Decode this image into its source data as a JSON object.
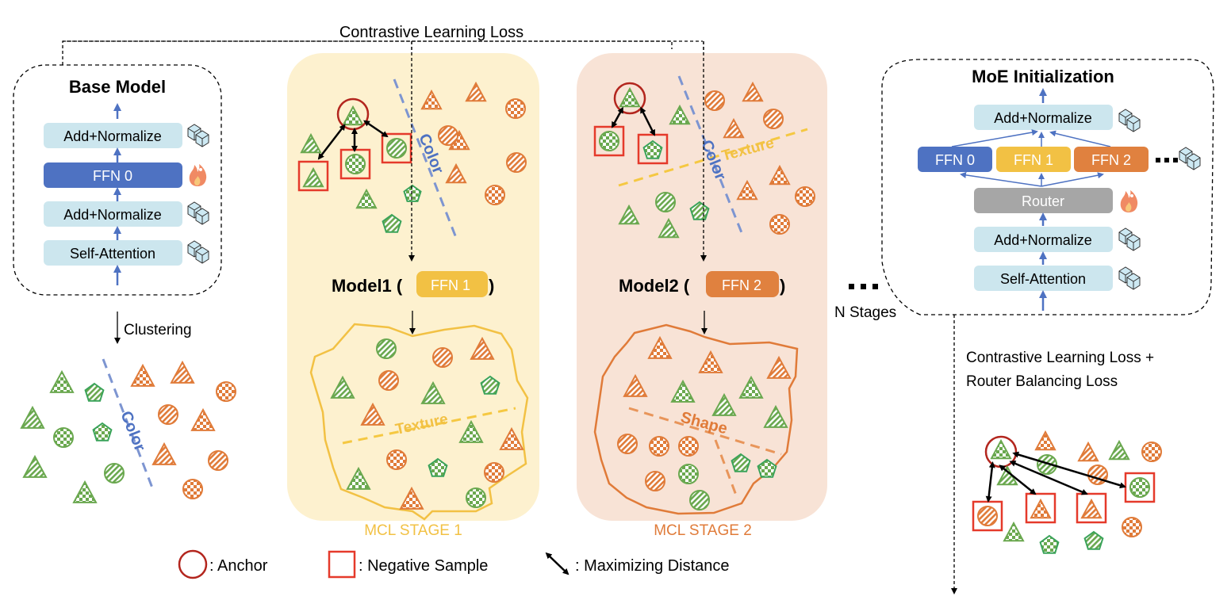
{
  "top_label": "Contrastive Learning Loss",
  "base_model": {
    "title": "Base Model",
    "layers": [
      "Add+Normalize",
      "FFN 0",
      "Add+Normalize",
      "Self-Attention"
    ],
    "layer_icons": [
      "frozen-cubes-icon",
      "fire-icon",
      "frozen-cubes-icon",
      "frozen-cubes-icon"
    ]
  },
  "clustering": {
    "label": "Clustering",
    "divider_label": "Color"
  },
  "stage1": {
    "divider_label": "Color",
    "model_label": "Model1 (",
    "model_close": ")",
    "ffn_label": "FFN 1",
    "cluster_divider_label": "Texture",
    "stage_label": "MCL STAGE 1"
  },
  "stage2": {
    "divider_color_label": "Color",
    "divider_texture_label": "Texture",
    "model_label": "Model2 (",
    "model_close": ")",
    "ffn_label": "FFN 2",
    "cluster_divider_label": "Shape",
    "stage_label": "MCL STAGE 2"
  },
  "n_stages": {
    "dots": "...",
    "label": "N Stages"
  },
  "moe": {
    "title": "MoE Initialization",
    "top_layer": "Add+Normalize",
    "experts": [
      "FFN 0",
      "FFN 1",
      "FFN 2"
    ],
    "router": "Router",
    "bottom_layers": [
      "Add+Normalize",
      "Self-Attention"
    ]
  },
  "final_loss": {
    "line1": "Contrastive Learning Loss +",
    "line2": "Router Balancing Loss"
  },
  "legend": {
    "anchor": ": Anchor",
    "negative": ": Negative Sample",
    "distance": ": Maximizing Distance"
  },
  "colors": {
    "green": "#6aa84f",
    "orange": "#e07b39",
    "blue_ffn": "#4e72c2",
    "yellow_ffn": "#f2c144",
    "orange_ffn": "#e0813f",
    "light_block": "#cce6ee",
    "router": "#a6a6a6",
    "stage1_bg": "#fdf1cf",
    "stage2_bg": "#f8e3d6",
    "anchor": "#b3261e",
    "negative": "#e53a2b",
    "divider_blue": "#7d95d1",
    "divider_yellow": "#f5c842",
    "divider_orange": "#e8955a"
  }
}
